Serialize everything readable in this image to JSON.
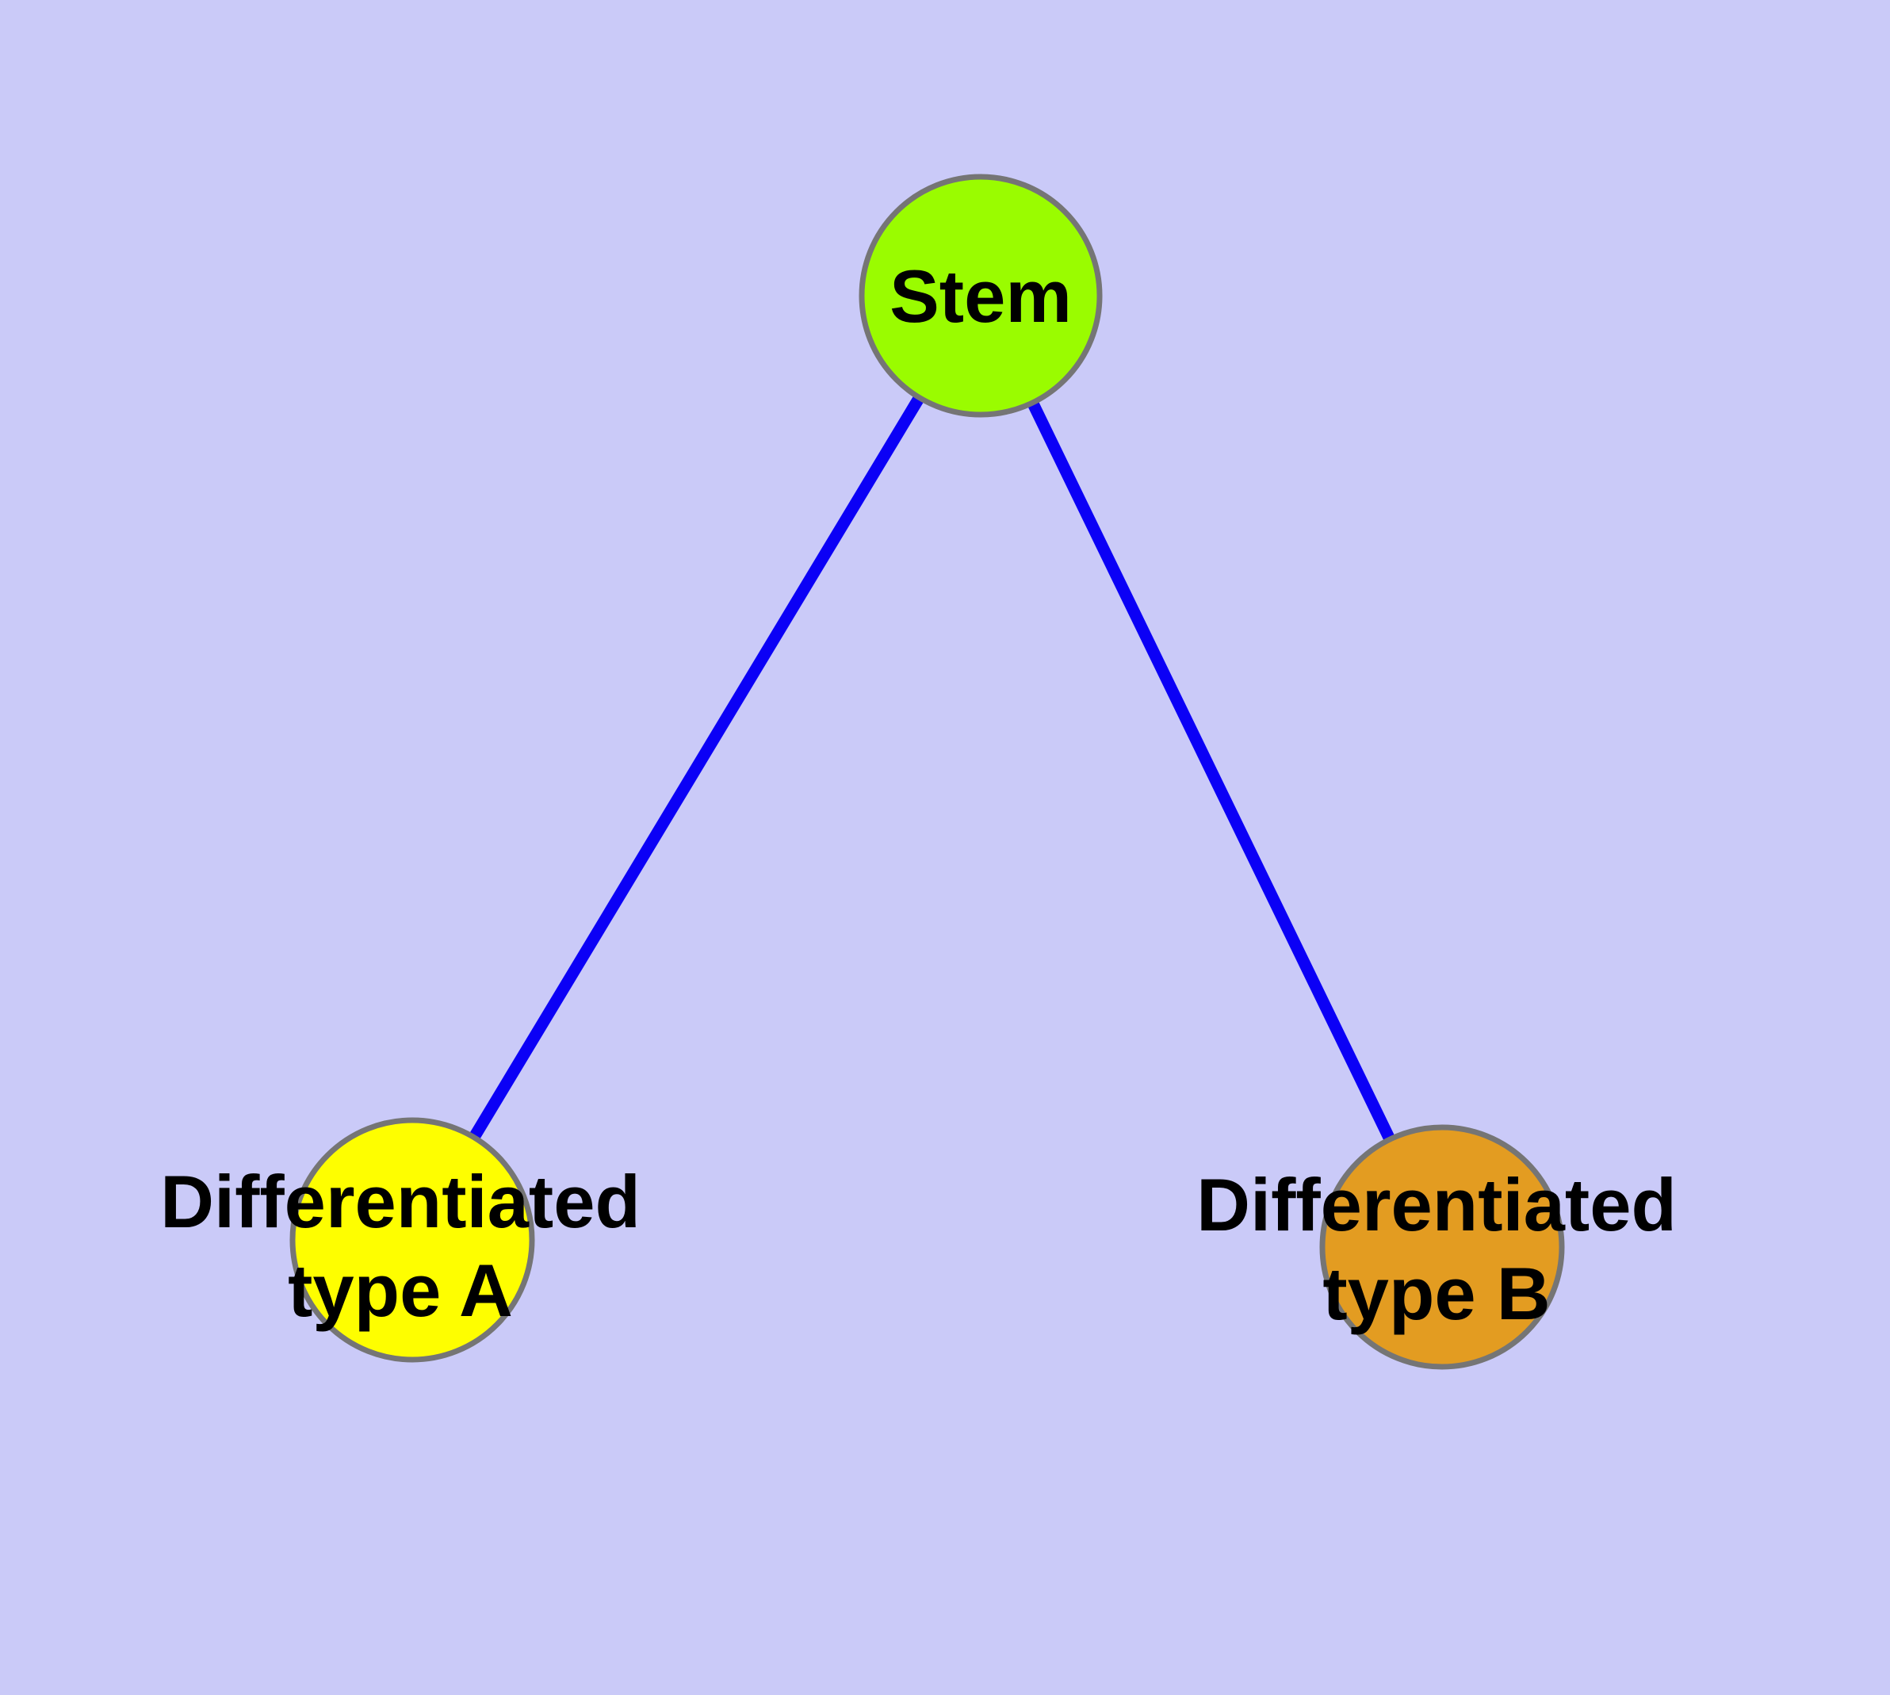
{
  "diagram": {
    "type": "node-link-tree",
    "description": "Stem cell differentiation diagram with one parent node and two differentiated child nodes",
    "colors": {
      "background": "#CACAF8",
      "edge": "#0B00F6",
      "node_border": "#757575",
      "label_text": "#000000",
      "stem_fill": "#9AFC00",
      "type_a_fill": "#FEFE00",
      "type_b_fill": "#E39C21"
    },
    "nodes": [
      {
        "id": "stem",
        "label": "Stem",
        "fill": "#9AFC00",
        "line1": "Stem",
        "line2": ""
      },
      {
        "id": "differentiated-type-a",
        "label": "Differentiated type A",
        "fill": "#FEFE00",
        "line1": "Differentiated",
        "line2": "type A"
      },
      {
        "id": "differentiated-type-b",
        "label": "Differentiated type B",
        "fill": "#E39C21",
        "line1": "Differentiated",
        "line2": "type B"
      }
    ],
    "edges": [
      {
        "from": "Stem",
        "to": "Differentiated type A"
      },
      {
        "from": "Stem",
        "to": "Differentiated type B"
      }
    ]
  }
}
